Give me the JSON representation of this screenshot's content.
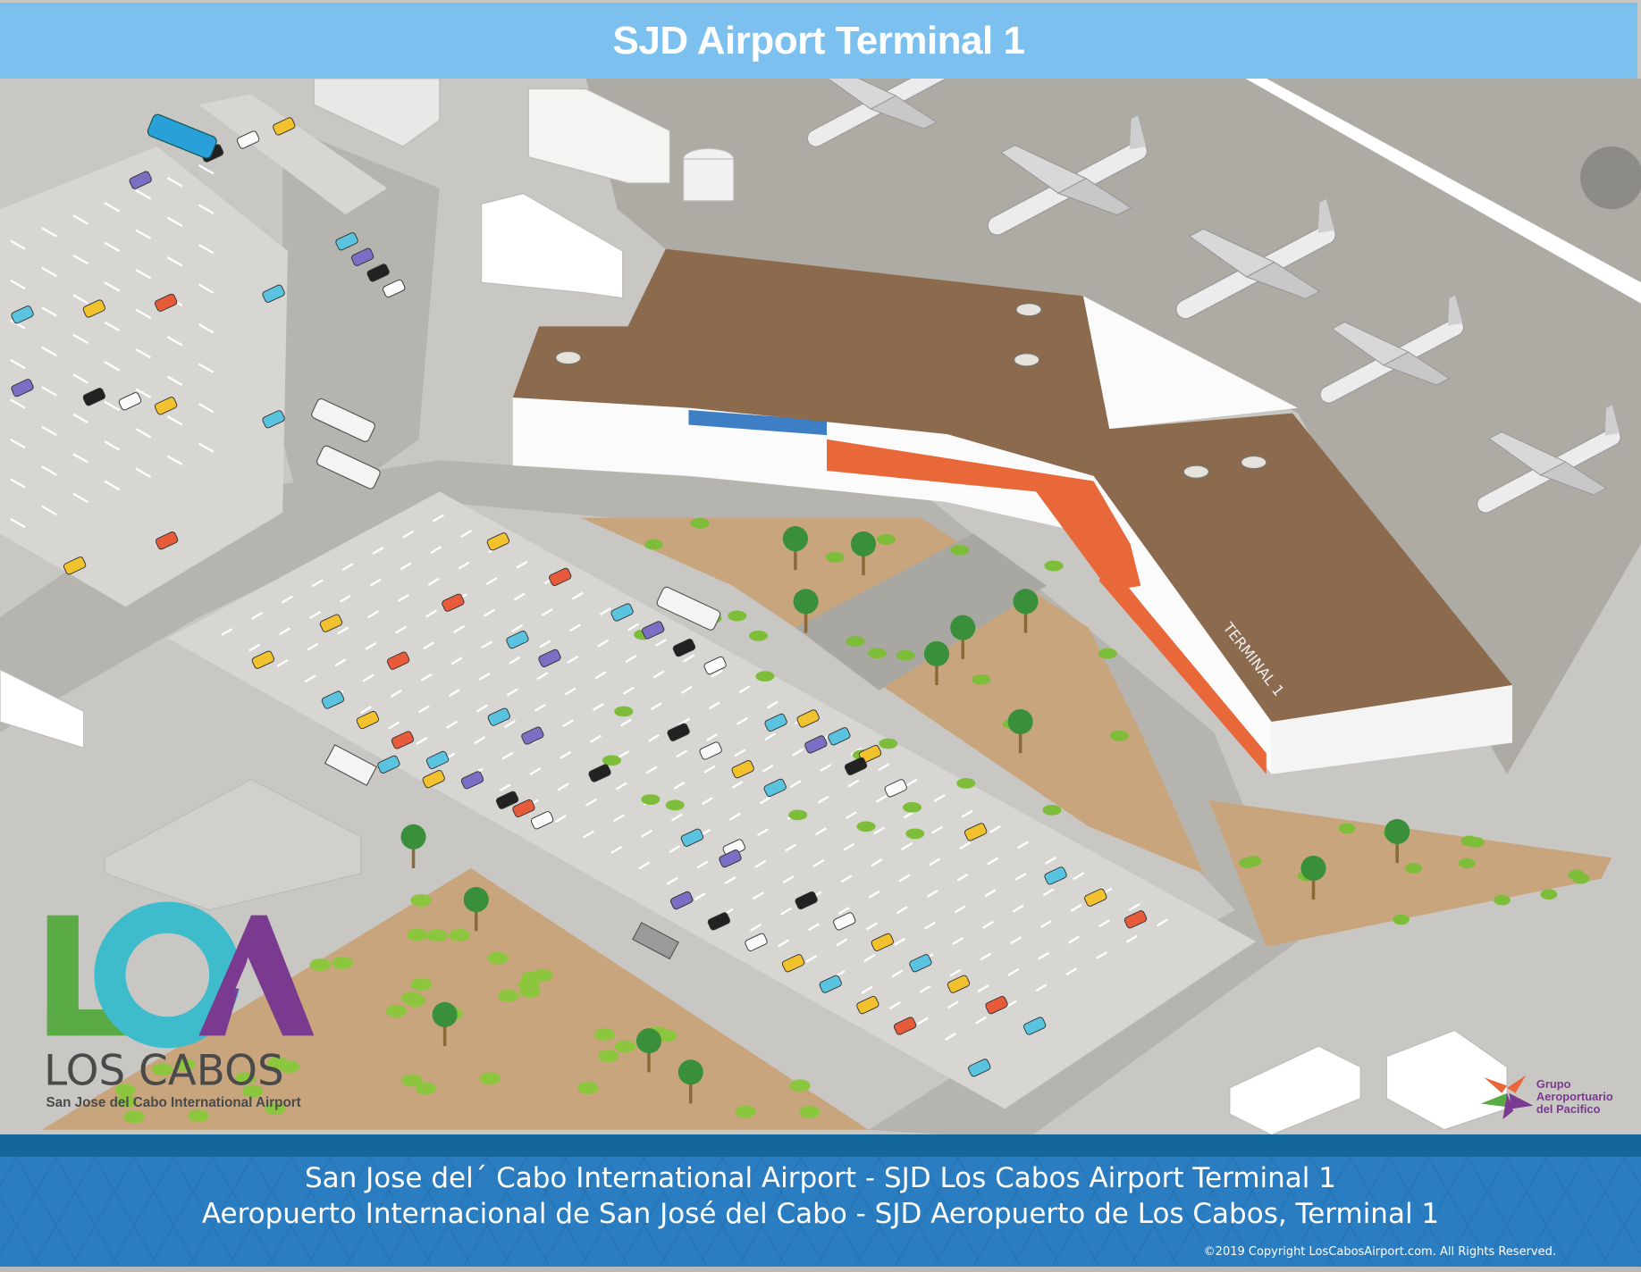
{
  "header": {
    "title": "SJD Airport Terminal 1"
  },
  "map": {
    "terminal_sign": "Terminal 1",
    "terminal_roof_label": "TERMINAL 1"
  },
  "logo": {
    "letters": "LCA",
    "name": "LOS CABOS",
    "subtitle": "San Jose del Cabo International Airport",
    "colors": {
      "L": "#5aab46",
      "C": "#3fbccc",
      "A": "#7a3a8f"
    }
  },
  "partner_logo": {
    "line1": "Grupo",
    "line2": "Aeroportuario",
    "line3": "del Pacifico"
  },
  "footer": {
    "line1": "San Jose del´ Cabo International Airport - SJD Los Cabos Airport Terminal 1",
    "line2": "Aeropuerto Internacional de San José del Cabo - SJD Aeropuerto de Los Cabos, Terminal 1",
    "copyright": "©2019 Copyright LosCabosAirport.com. All Rights Reserved."
  },
  "colors": {
    "header": "#7bc0ef",
    "footer": "#2a7dc0",
    "footer_band": "#13679a",
    "roof": "#8b6a4e",
    "accent_orange": "#e8683a"
  }
}
